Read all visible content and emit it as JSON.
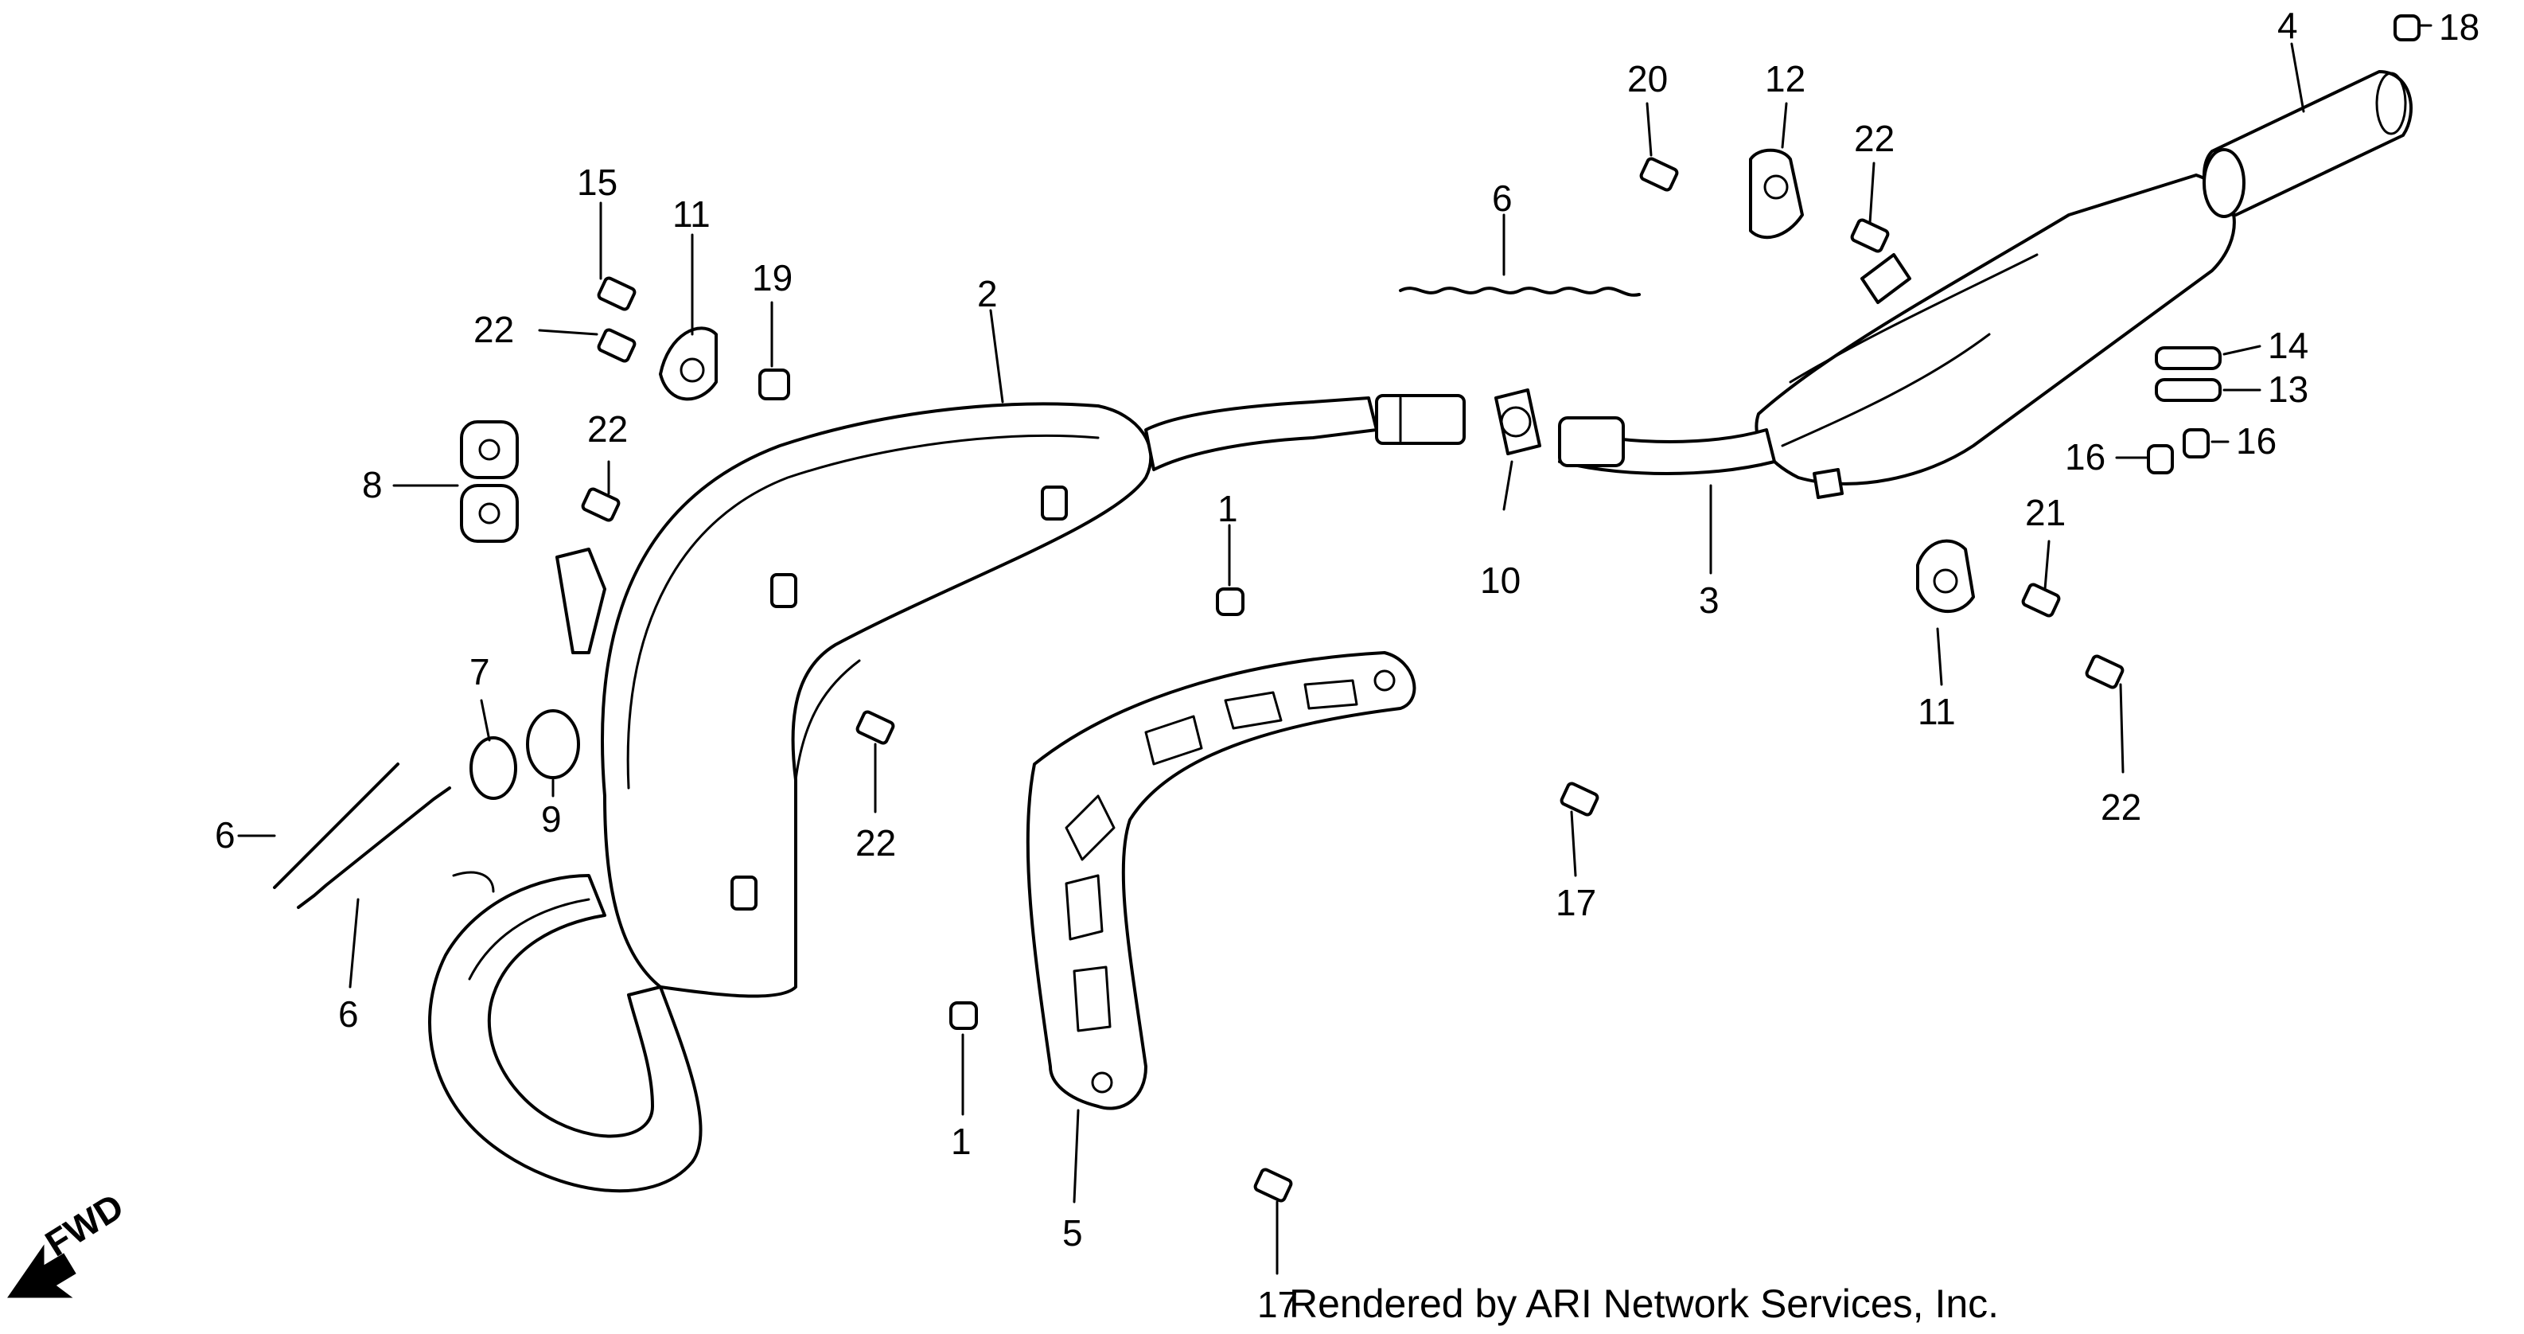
{
  "diagram": {
    "credit": "Rendered by ARI Network Services, Inc.",
    "direction_label": "FWD",
    "callouts": {
      "c1a": "1",
      "c1b": "1",
      "c2": "2",
      "c3": "3",
      "c4": "4",
      "c5": "5",
      "c6a": "6",
      "c6b": "6",
      "c6c": "6",
      "c7": "7",
      "c8": "8",
      "c9": "9",
      "c10": "10",
      "c11a": "11",
      "c11b": "11",
      "c12": "12",
      "c13": "13",
      "c14": "14",
      "c15": "15",
      "c16a": "16",
      "c16b": "16",
      "c17a": "17",
      "c17b": "17",
      "c18": "18",
      "c19": "19",
      "c20": "20",
      "c21": "21",
      "c22a": "22",
      "c22b": "22",
      "c22c": "22",
      "c22d": "22",
      "c22e": "22"
    }
  }
}
